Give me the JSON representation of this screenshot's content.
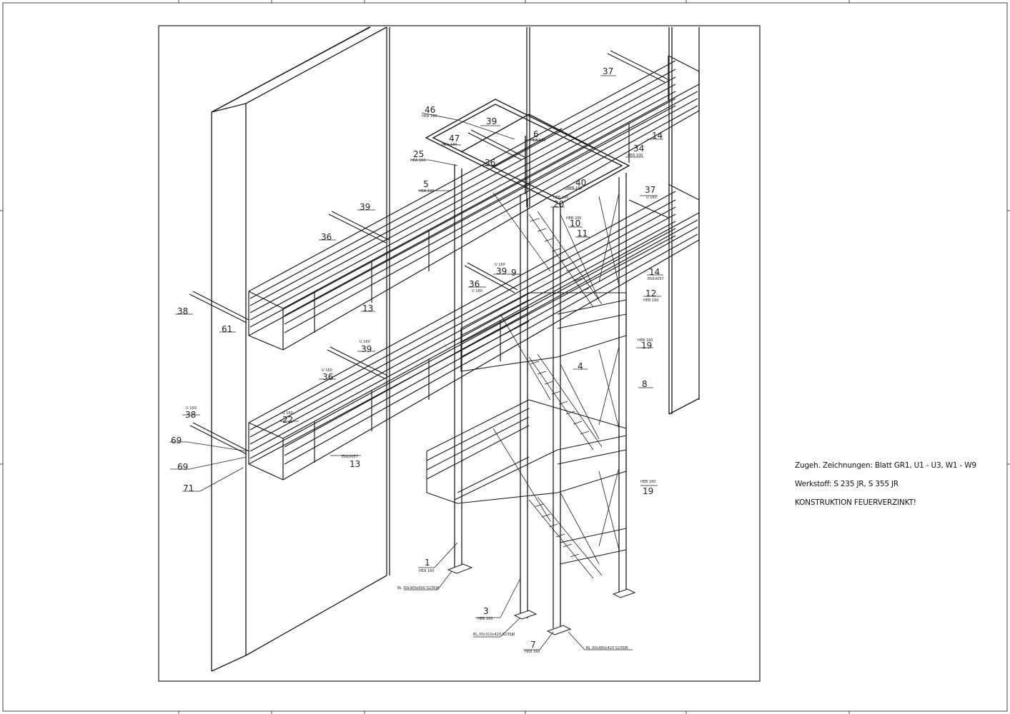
{
  "notes": {
    "line1": "Zugeh. Zeichnungen: Blatt GR1, U1 - U3, W1 - W9",
    "line2": "Werkstoff: S 235 JR, S 355 JR",
    "line3": "KONSTRUKTION FEUERVERZINKT!"
  },
  "callouts": [
    {
      "num": "46",
      "spec": "HEA 160"
    },
    {
      "num": "39",
      "spec": ""
    },
    {
      "num": "47",
      "spec": "HEA 160"
    },
    {
      "num": "6",
      "spec": "HEA 160"
    },
    {
      "num": "25",
      "spec": "HEA 160"
    },
    {
      "num": "36",
      "spec": ""
    },
    {
      "num": "34",
      "spec": "HEA 100"
    },
    {
      "num": "37",
      "spec": ""
    },
    {
      "num": "14",
      "spec": ""
    },
    {
      "num": "5",
      "spec": "HEA 160"
    },
    {
      "num": "40",
      "spec": "HEB 160"
    },
    {
      "num": "20",
      "spec": "HEB 160"
    },
    {
      "num": "10",
      "spec": "HEB 200"
    },
    {
      "num": "11",
      "spec": ""
    },
    {
      "num": "37",
      "spec": "U 160"
    },
    {
      "num": "39",
      "spec": ""
    },
    {
      "num": "36",
      "spec": ""
    },
    {
      "num": "39",
      "spec": "U 160"
    },
    {
      "num": "9",
      "spec": ""
    },
    {
      "num": "36",
      "spec": "U 160"
    },
    {
      "num": "14",
      "spec": "EN10057"
    },
    {
      "num": "12",
      "spec": "HEB 160"
    },
    {
      "num": "13",
      "spec": ""
    },
    {
      "num": "38",
      "spec": ""
    },
    {
      "num": "61",
      "spec": ""
    },
    {
      "num": "39",
      "spec": "U 160"
    },
    {
      "num": "36",
      "spec": "U 160"
    },
    {
      "num": "19",
      "spec": "HEB 160"
    },
    {
      "num": "4",
      "spec": ""
    },
    {
      "num": "8",
      "spec": ""
    },
    {
      "num": "38",
      "spec": "U 160"
    },
    {
      "num": "22",
      "spec": "U 160"
    },
    {
      "num": "69",
      "spec": ""
    },
    {
      "num": "69",
      "spec": ""
    },
    {
      "num": "13",
      "spec": "EN10057"
    },
    {
      "num": "71",
      "spec": ""
    },
    {
      "num": "19",
      "spec": "HEB 160"
    },
    {
      "num": "1",
      "spec": "HEA 160"
    },
    {
      "num": "3",
      "spec": "HEB 200"
    },
    {
      "num": "7",
      "spec": "HEB 160"
    }
  ],
  "plate_labels": {
    "p1": "BL 30x300x500 S235JR",
    "p2": "BL 30x310x420 S235JR",
    "p3": "BL 30x380x420 S235JR"
  },
  "colors": {
    "line": "#1a1a1a",
    "paper": "#ffffff"
  }
}
